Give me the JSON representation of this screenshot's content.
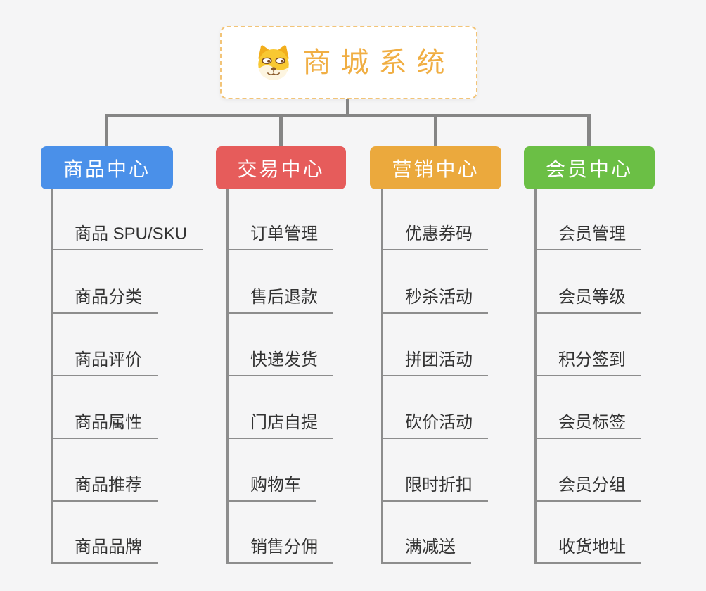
{
  "root": {
    "title": "商城系统",
    "icon": "shiba-dog-face",
    "border_color": "#f2c478",
    "text_color": "#f0ae43"
  },
  "branches": [
    {
      "label": "商品中心",
      "color": "#4a90e9",
      "items": [
        "商品 SPU/SKU",
        "商品分类",
        "商品评价",
        "商品属性",
        "商品推荐",
        "商品品牌"
      ]
    },
    {
      "label": "交易中心",
      "color": "#e65c5b",
      "items": [
        "订单管理",
        "售后退款",
        "快递发货",
        "门店自提",
        "购物车",
        "销售分佣"
      ]
    },
    {
      "label": "营销中心",
      "color": "#eba93d",
      "items": [
        "优惠券码",
        "秒杀活动",
        "拼团活动",
        "砍价活动",
        "限时折扣",
        "满减送"
      ]
    },
    {
      "label": "会员中心",
      "color": "#6bbf45",
      "items": [
        "会员管理",
        "会员等级",
        "积分签到",
        "会员标签",
        "会员分组",
        "收货地址"
      ]
    }
  ],
  "colors": {
    "background": "#f5f5f6",
    "connector": "#858585",
    "underline": "#8d8d8d",
    "leaf_text": "#333333"
  }
}
